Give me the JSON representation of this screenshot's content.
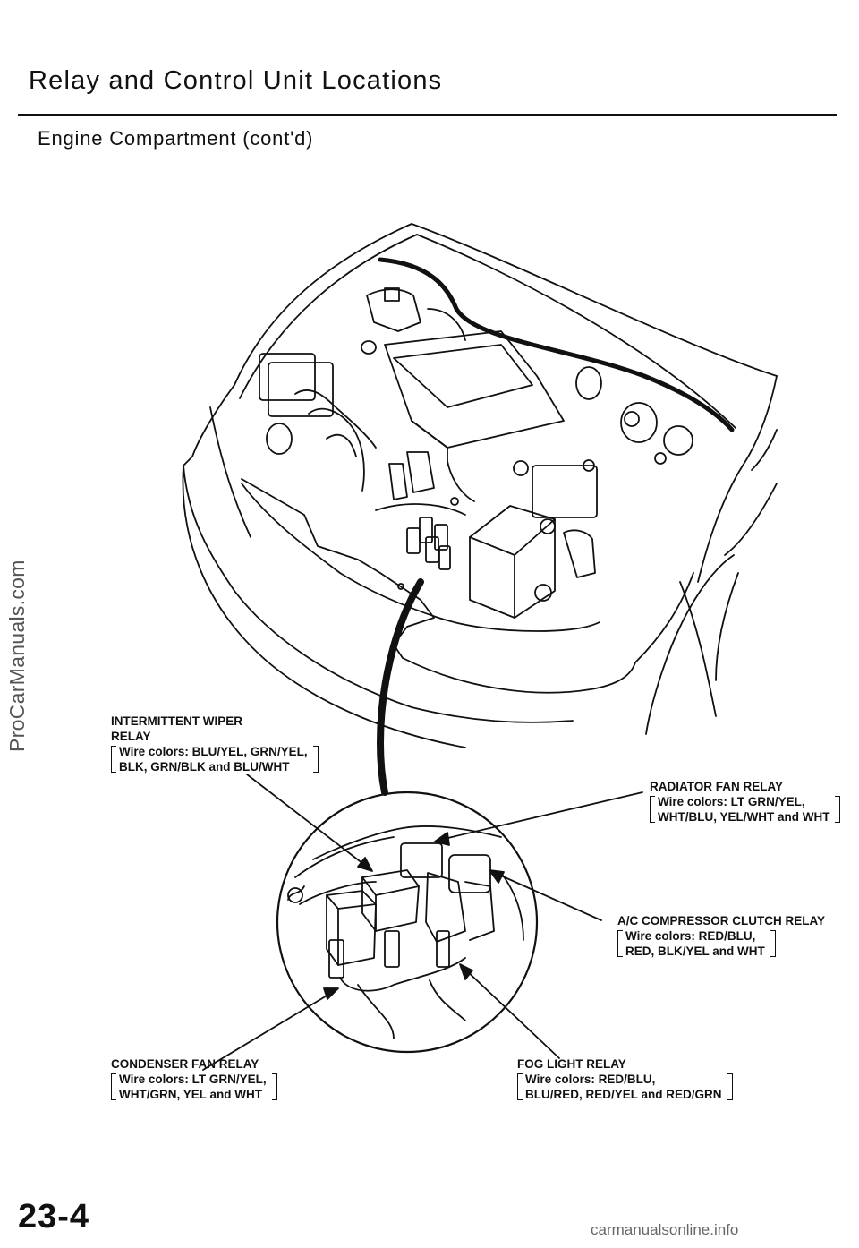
{
  "header": {
    "title": "Relay and Control Unit Locations",
    "subtitle": "Engine Compartment (cont'd)"
  },
  "watermark": "ProCarManuals.com",
  "callouts": {
    "wiper": {
      "name_1": "INTERMITTENT WIPER",
      "name_2": "RELAY",
      "wires_1": "Wire colors: BLU/YEL, GRN/YEL,",
      "wires_2": "BLK, GRN/BLK and BLU/WHT"
    },
    "radiator": {
      "name": "RADIATOR FAN RELAY",
      "wires_1": "Wire colors: LT GRN/YEL,",
      "wires_2": "WHT/BLU, YEL/WHT and WHT"
    },
    "ac": {
      "name": "A/C COMPRESSOR CLUTCH RELAY",
      "wires_1": "Wire colors: RED/BLU,",
      "wires_2": "RED, BLK/YEL and WHT"
    },
    "condenser": {
      "name": "CONDENSER FAN RELAY",
      "wires_1": "Wire colors: LT GRN/YEL,",
      "wires_2": "WHT/GRN, YEL and WHT"
    },
    "fog": {
      "name": "FOG LIGHT RELAY",
      "wires_1": "Wire colors: RED/BLU,",
      "wires_2": "BLU/RED, RED/YEL and RED/GRN"
    }
  },
  "page_number": "23-4",
  "footer": "carmanualsonline.info"
}
